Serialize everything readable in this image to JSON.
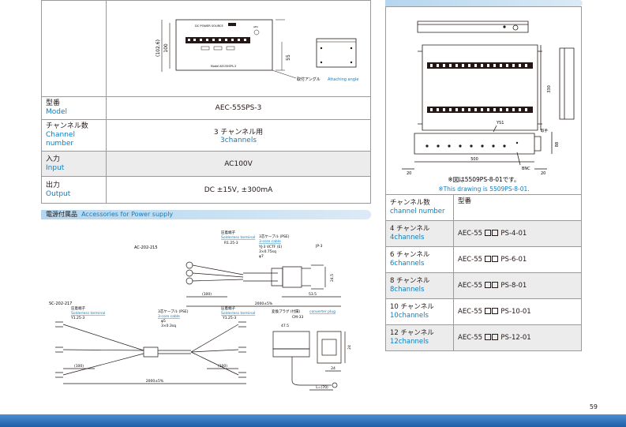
{
  "spec": {
    "drawing": {
      "panel_title": "DC POWER SOURCE",
      "panel_model": "Model AEC55SPS-3",
      "panel_fig_label": "AEC",
      "dim_height_outer": "(102.6)",
      "dim_height_inner": "100",
      "dim_side": "55",
      "attach_ja": "取付アングル",
      "attach_en": "Attaching angle"
    },
    "rows": [
      {
        "label_ja": "型番",
        "label_en": "Model",
        "value": "AEC-55SPS-3"
      },
      {
        "label_ja": "チャンネル数",
        "label_en": "Channel number",
        "value": "3 チャンネル用",
        "value_en": "3channels"
      },
      {
        "label_ja": "入力",
        "label_en": "Input",
        "value": "AC100V"
      },
      {
        "label_ja": "出力",
        "label_en": "Output",
        "value": "DC ±15V, ±300mA"
      }
    ]
  },
  "accessories": {
    "header_ja": "電源付属品",
    "header_en": "Accessories for Power supply",
    "cable1": {
      "id": "AC-202-215",
      "term_ja": "圧着端子",
      "term_en": "Solderless terminal",
      "term_part": "R1.25-3",
      "cable_ja": "3芯ケーブル (PSE)",
      "cable_en": "3-core cable",
      "cable_spec1": "YJ-3 VCTF (E)",
      "cable_spec2": "3×0.75sq",
      "cable_spec3": "φ7",
      "plug": "JP-3",
      "d1": "(100)",
      "d2": "2000±5%",
      "d3": "53.5",
      "d4": "24.5"
    },
    "cable2": {
      "id": "SC-202-217",
      "term_ja": "圧着端子",
      "term_en": "Solderless terminal",
      "term_part": "Y1.25-3",
      "cable_ja": "3芯ケーブル (PSE)",
      "cable_en": "3-core cable",
      "cable_spec1": "φ5",
      "cable_spec2": "3×0.3sq",
      "term2_ja": "圧着端子",
      "term2_en": "Solderless terminal",
      "term2_part": "Y1.25-3",
      "d1": "(100)",
      "d2": "(100)",
      "d3": "2000±5%"
    },
    "plug": {
      "label_ja": "変換プラグ (付属)",
      "label_en": "converter plug",
      "id": "CM-33",
      "d1": "47.5",
      "d2": "24",
      "d3": "24",
      "d4": "L=(70)"
    }
  },
  "right": {
    "drawing": {
      "ys1": "YS1",
      "handle": "取手",
      "dim_330": "330",
      "dim_500": "500",
      "dim_88": "88",
      "dim_20a": "20",
      "dim_20b": "20",
      "bnc": "BNC",
      "note_ja": "※図は5509PS-8-01です。",
      "note_en": "※This drawing is 5509PS-8-01."
    },
    "header": {
      "col1_ja": "チャンネル数",
      "col1_en": "channel number",
      "col2": "型番"
    },
    "rows": [
      {
        "ch_ja": "4 チャンネル",
        "ch_en": "4channels",
        "model_pre": "AEC-55",
        "model_post": "PS-4-01"
      },
      {
        "ch_ja": "6 チャンネル",
        "ch_en": "6channels",
        "model_pre": "AEC-55",
        "model_post": "PS-6-01"
      },
      {
        "ch_ja": "8 チャンネル",
        "ch_en": "8channels",
        "model_pre": "AEC-55",
        "model_post": "PS-8-01"
      },
      {
        "ch_ja": "10 チャンネル",
        "ch_en": "10channels",
        "model_pre": "AEC-55",
        "model_post": "PS-10-01"
      },
      {
        "ch_ja": "12 チャンネル",
        "ch_en": "12channels",
        "model_pre": "AEC-55",
        "model_post": "PS-12-01"
      }
    ]
  },
  "footer": {
    "page": "59"
  },
  "colors": {
    "accent": "#0a7fc4",
    "header_bg": "#b4d6ee",
    "footer": "#1f5ea8"
  }
}
